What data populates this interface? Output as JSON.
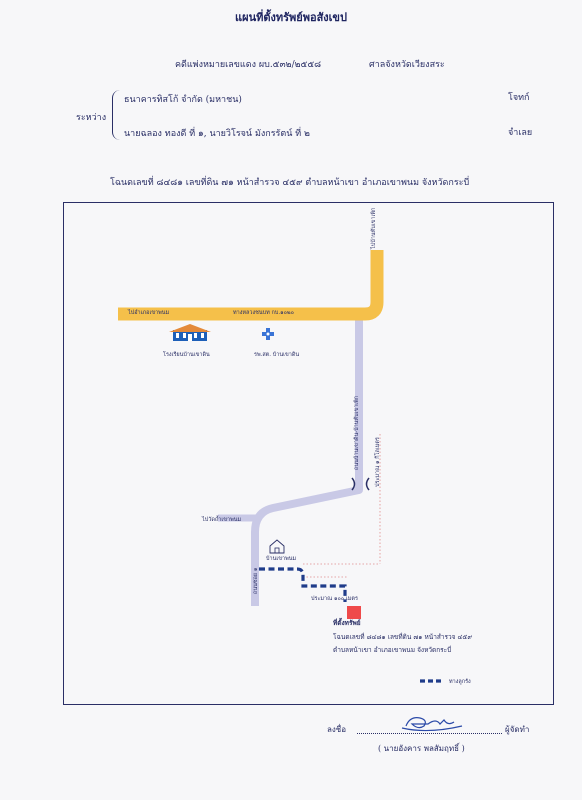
{
  "header": {
    "title": "แผนที่ตั้งทรัพย์พอสังเขป",
    "case_number": "คดีแพ่งหมายเลขแดง ผบ.๕๓๒/๒๕๕๘",
    "court": "ศาลจังหวัดเวียงสระ",
    "between_label": "ระหว่าง",
    "plaintiff": "ธนาคารทิสโก้ จำกัด (มหาชน)",
    "plaintiff_role": "โจทก์",
    "defendant": "นายฉลอง ทองดี ที่ ๑, นายวิโรจน์ มังกรรัตน์ ที่ ๒",
    "defendant_role": "จำเลย",
    "deed_info": "โฉนดเลขที่ ๘๔๘๑ เลขที่ดิน ๗๑ หน้าสำรวจ ๔๕๙ ตำบลหน้าเขา อำเภอเขาพนม จังหวัดกระบี่"
  },
  "map": {
    "road_to_kaophanom": "ไปอำเภอเขาพนม",
    "highway_label": "ทางหลวงชนบท กบ.๑๐๒๐",
    "road_to_thapkhao": "ไปบ้านทับเขาเพิก",
    "school_label": "โรงเรียนบ้านเขาดิน",
    "hospital_label": "รพ.สต. บ้านเขาดิน",
    "road_khaodin_thapkhao": "ถนนบ้านเขาดิน-บ้านทับเขาเพิก",
    "distance_1km": "ประมาณ ๑ กิโลเมตร",
    "temple_label": "ไปวัดถ้ำเขาพนม",
    "road_soi": "ถนนซอย ๑",
    "house_label": "บ้านเขาพนม",
    "distance_100m": "ประมาณ ๑๐๐ เมตร",
    "property_label": "ที่ตั้งทรัพย์",
    "property_deed_line1": "โฉนดเลขที่ ๘๔๘๑ เลขที่ดิน ๗๑ หน้าสำรวจ ๔๕๙",
    "property_deed_line2": "ตำบลหน้าเขา อำเภอเขาพนม จังหวัดกระบี่",
    "legend_label": "ทางลูกรัง"
  },
  "signature": {
    "sign_label": "ลงชื่อ",
    "role": "ผู้จัดทำ",
    "name": "( นายอังคาร พลสัมฤทธิ์ )"
  },
  "colors": {
    "ink": "#2a2f66",
    "highway": "#f5c04a",
    "road": "#c9c9e6",
    "dirt_road": "#1f3c8a",
    "property": "#ef4a4a",
    "guide_line": "#e08a8a"
  }
}
